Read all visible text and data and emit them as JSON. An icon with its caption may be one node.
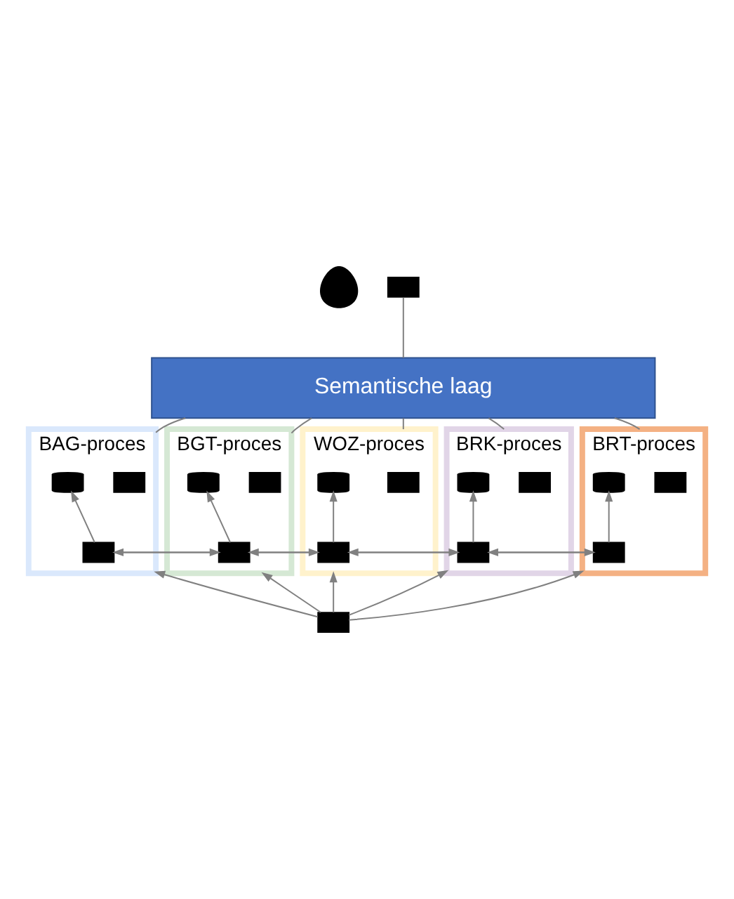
{
  "diagram": {
    "nodes": [
      {
        "text": [],
        "shape": "person"
      },
      {
        "text": [],
        "shape": "box"
      },
      {
        "text": [
          "Semantische laag"
        ]
      },
      {
        "text": [
          "BAG-proces"
        ]
      },
      {
        "text": [],
        "shape": "box",
        "in": 3
      },
      {
        "text": [],
        "shape": "cylinder",
        "in": 3
      },
      {
        "text": [],
        "shape": "box",
        "in": 3
      },
      {
        "text": [
          "BGT-proces"
        ]
      },
      {
        "text": [],
        "shape": "box",
        "in": 7
      },
      {
        "text": [],
        "shape": "cylinder",
        "in": 7
      },
      {
        "text": [],
        "shape": "box",
        "in": 7
      },
      {
        "text": [
          "WOZ-proces"
        ]
      },
      {
        "text": [],
        "shape": "box",
        "in": 11
      },
      {
        "text": [],
        "shape": "cylinder",
        "in": 11
      },
      {
        "text": [],
        "shape": "box",
        "in": 11
      },
      {
        "text": [
          "BRK-proces"
        ]
      },
      {
        "text": [],
        "shape": "box",
        "in": 15
      },
      {
        "text": [],
        "shape": "cylinder",
        "in": 15
      },
      {
        "text": [],
        "shape": "box",
        "in": 15
      },
      {
        "text": [
          "BRT-proces"
        ]
      },
      {
        "text": [],
        "shape": "box",
        "in": 19
      },
      {
        "text": [],
        "shape": "cylinder",
        "in": 19
      },
      {
        "text": [],
        "shape": "box",
        "in": 19
      },
      {
        "text": [],
        "shape": "box"
      }
    ],
    "edges": [
      {
        "from": 1,
        "to": 2,
        "arrow": "none"
      },
      {
        "from": 2,
        "to": 3,
        "arrow": "none"
      },
      {
        "from": 2,
        "to": 7,
        "arrow": "none"
      },
      {
        "from": 2,
        "to": 11,
        "arrow": "none"
      },
      {
        "from": 2,
        "to": 15,
        "arrow": "none"
      },
      {
        "from": 2,
        "to": 19,
        "arrow": "none"
      },
      {
        "from": 6,
        "to": 5,
        "arrow": "to"
      },
      {
        "from": 10,
        "to": 9,
        "arrow": "to"
      },
      {
        "from": 14,
        "to": 13,
        "arrow": "to"
      },
      {
        "from": 18,
        "to": 17,
        "arrow": "to"
      },
      {
        "from": 22,
        "to": 21,
        "arrow": "to"
      },
      {
        "from": 10,
        "to": 6,
        "arrow": "to"
      },
      {
        "from": 6,
        "to": 10,
        "arrow": "to"
      },
      {
        "from": 14,
        "to": 10,
        "arrow": "to"
      },
      {
        "from": 10,
        "to": 14,
        "arrow": "to"
      },
      {
        "from": 18,
        "to": 14,
        "arrow": "to"
      },
      {
        "from": 14,
        "to": 18,
        "arrow": "to"
      },
      {
        "from": 22,
        "to": 18,
        "arrow": "to"
      },
      {
        "from": 18,
        "to": 22,
        "arrow": "to"
      },
      {
        "from": 23,
        "to": 3,
        "arrow": "to"
      },
      {
        "from": 23,
        "to": 7,
        "arrow": "to"
      },
      {
        "from": 23,
        "to": 11,
        "arrow": "to"
      },
      {
        "from": 23,
        "to": 15,
        "arrow": "to"
      },
      {
        "from": 23,
        "to": 19,
        "arrow": "to"
      }
    ]
  }
}
